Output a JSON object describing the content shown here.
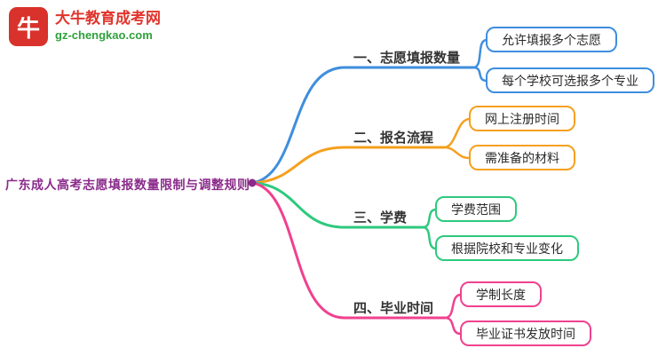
{
  "logo": {
    "icon_char": "牛",
    "title": "大牛教育成考网",
    "url": "gz-chengkao.com"
  },
  "root": {
    "label": "广东成人高考志愿填报数量限制与调整规则",
    "color": "#8a2b8a"
  },
  "branches": [
    {
      "label": "一、志愿填报数量",
      "color": "#3e8ede",
      "children": [
        {
          "label": "允许填报多个志愿"
        },
        {
          "label": "每个学校可选报多个专业"
        }
      ]
    },
    {
      "label": "二、报名流程",
      "color": "#f5a01e",
      "children": [
        {
          "label": "网上注册时间"
        },
        {
          "label": "需准备的材料"
        }
      ]
    },
    {
      "label": "三、学费",
      "color": "#2ec97e",
      "children": [
        {
          "label": "学费范围"
        },
        {
          "label": "根据院校和专业变化"
        }
      ]
    },
    {
      "label": "四、毕业时间",
      "color": "#f0418f",
      "children": [
        {
          "label": "学制长度"
        },
        {
          "label": "毕业证书发放时间"
        }
      ]
    }
  ]
}
